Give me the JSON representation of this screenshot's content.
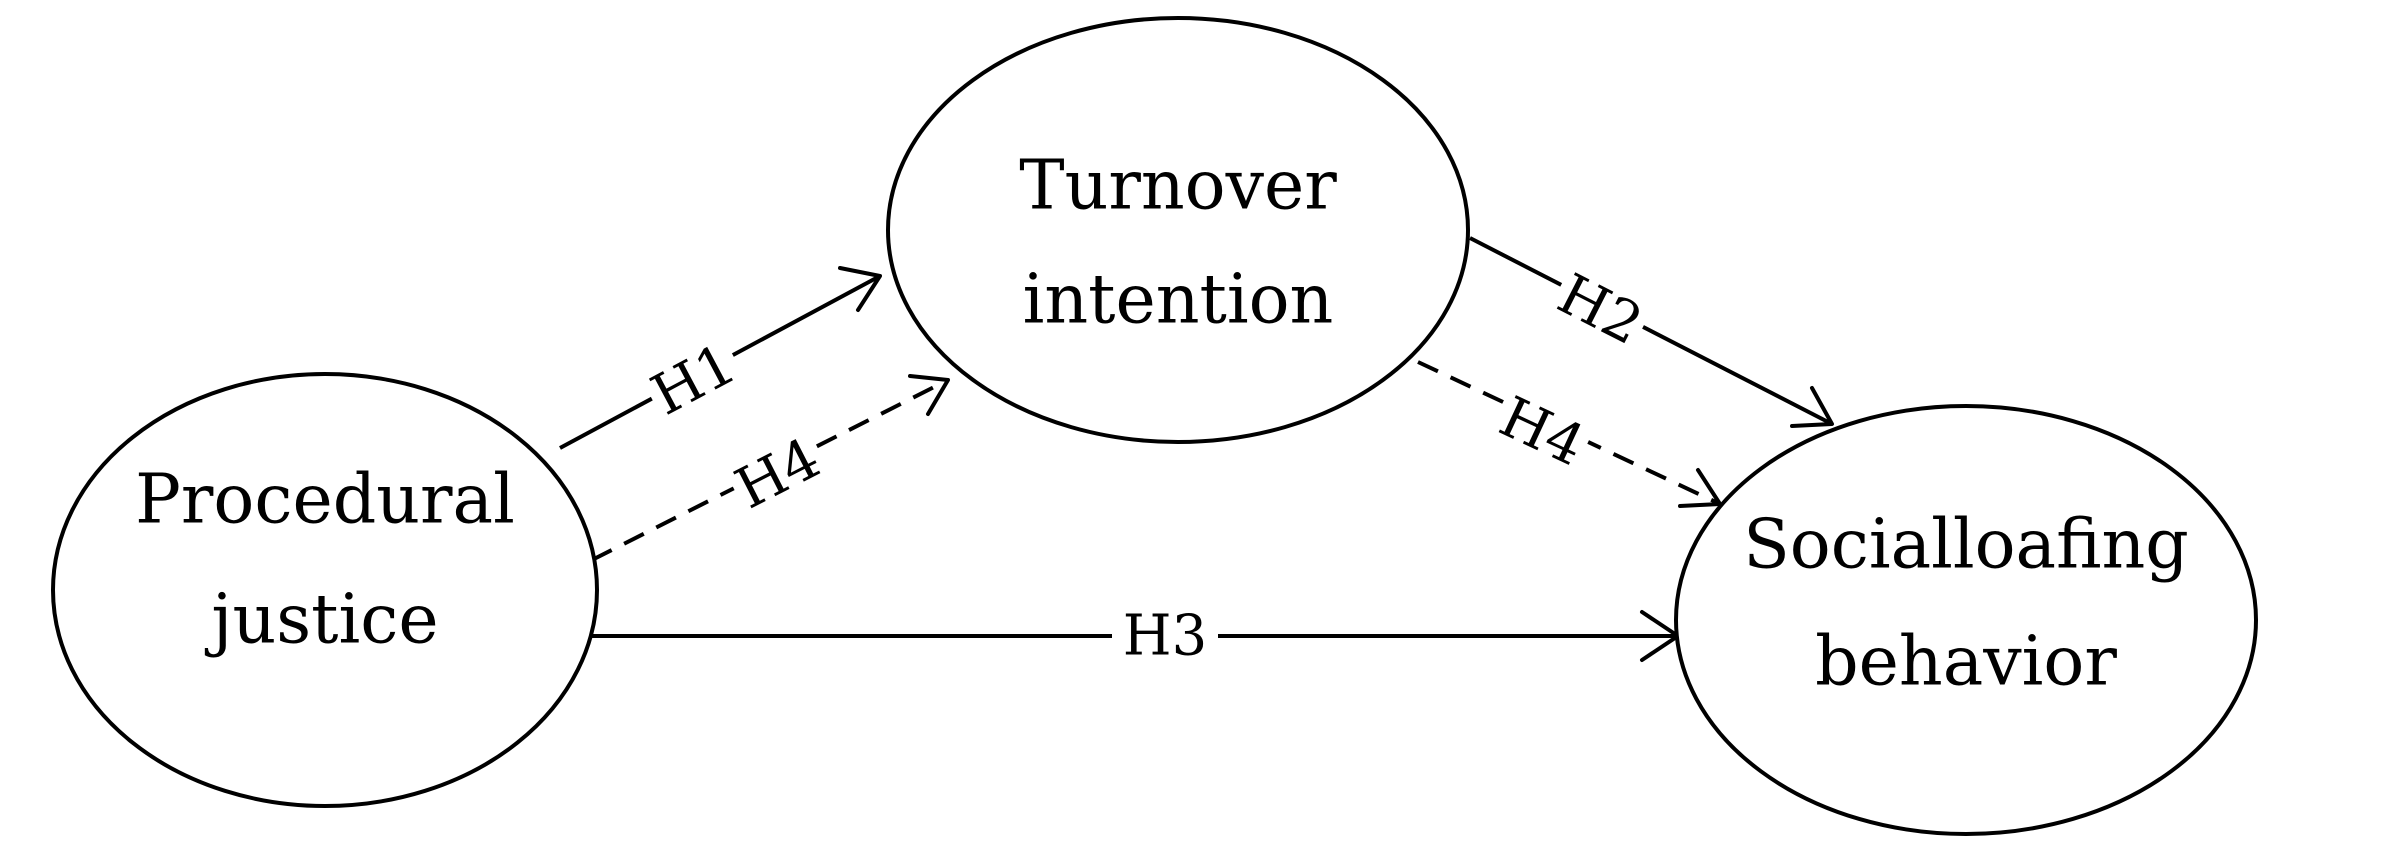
{
  "nodes": {
    "procedural_justice": {
      "line1": "Procedural",
      "line2": "justice"
    },
    "turnover_intention": {
      "line1": "Turnover",
      "line2": "intention"
    },
    "social_loafing": {
      "line1": "Socialloafing",
      "line2": "behavior"
    }
  },
  "edges": [
    {
      "id": "h1",
      "label": "H1",
      "from": "Procedural justice",
      "to": "Turnover intention",
      "style": "solid"
    },
    {
      "id": "h4a",
      "label": "H4",
      "from": "Procedural justice",
      "to": "Turnover intention",
      "style": "dashed"
    },
    {
      "id": "h2",
      "label": "H2",
      "from": "Turnover intention",
      "to": "Socialloafing behavior",
      "style": "solid"
    },
    {
      "id": "h4b",
      "label": "H4",
      "from": "Turnover intention",
      "to": "Socialloafing behavior",
      "style": "dashed"
    },
    {
      "id": "h3",
      "label": "H3",
      "from": "Procedural justice",
      "to": "Socialloafing behavior",
      "style": "solid"
    }
  ]
}
